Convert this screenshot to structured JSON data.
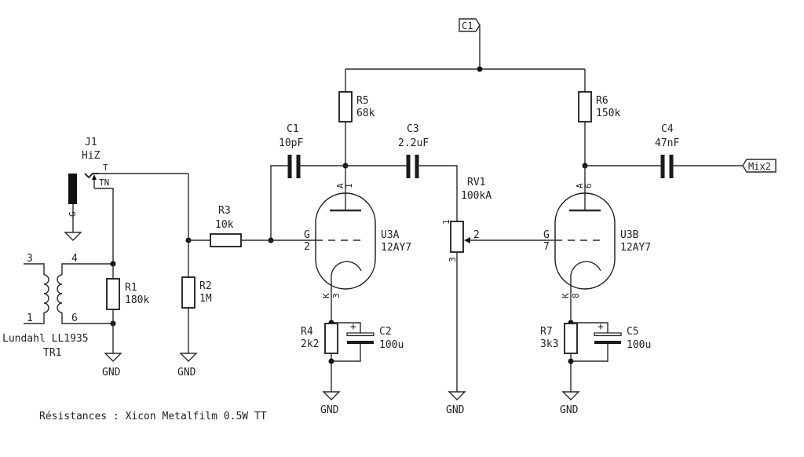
{
  "note": "Résistances : Xicon Metalfilm 0.5W TT",
  "labels": {
    "c1_net": "C1",
    "mix2_net": "Mix2"
  },
  "gnd": "GND",
  "J1": {
    "ref": "J1",
    "value": "HiZ",
    "pin_t": "T",
    "pin_tn": "TN",
    "pin_g": "G"
  },
  "TR1": {
    "ref": "TR1",
    "value": "Lundahl LL1935",
    "pins": [
      "3",
      "1",
      "4",
      "6"
    ]
  },
  "R1": {
    "ref": "R1",
    "value": "180k"
  },
  "R2": {
    "ref": "R2",
    "value": "1M"
  },
  "R3": {
    "ref": "R3",
    "value": "10k"
  },
  "R4": {
    "ref": "R4",
    "value": "2k2"
  },
  "R5": {
    "ref": "R5",
    "value": "68k"
  },
  "R6": {
    "ref": "R6",
    "value": "150k"
  },
  "R7": {
    "ref": "R7",
    "value": "3k3"
  },
  "C1": {
    "ref": "C1",
    "value": "10pF"
  },
  "C2": {
    "ref": "C2",
    "value": "100u"
  },
  "C3": {
    "ref": "C3",
    "value": "2.2uF"
  },
  "C4": {
    "ref": "C4",
    "value": "47nF"
  },
  "C5": {
    "ref": "C5",
    "value": "100u"
  },
  "RV1": {
    "ref": "RV1",
    "value": "100kA",
    "pin1": "1",
    "pin2": "2",
    "pin3": "3"
  },
  "U3A": {
    "ref": "U3A",
    "value": "12AY7",
    "pin_a": "A",
    "pin_a_num": "1",
    "pin_g": "G",
    "pin_g_num": "2",
    "pin_k": "K",
    "pin_k_num": "3"
  },
  "U3B": {
    "ref": "U3B",
    "value": "12AY7",
    "pin_a": "A",
    "pin_a_num": "6",
    "pin_g": "G",
    "pin_g_num": "7",
    "pin_k": "K",
    "pin_k_num": "8"
  },
  "plus": "+"
}
